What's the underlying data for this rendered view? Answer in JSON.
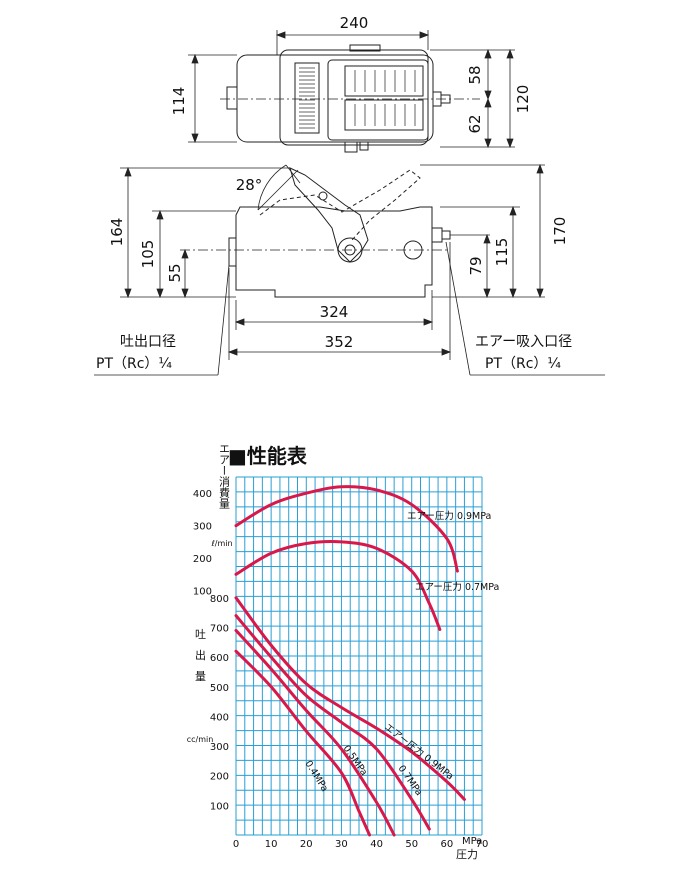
{
  "drawing": {
    "top_view": {
      "width_dim": "240",
      "height_dim": "114",
      "right_upper": "58",
      "right_lower": "62",
      "right_total": "120"
    },
    "side_view": {
      "angle": "28°",
      "h164": "164",
      "h105": "105",
      "h55": "55",
      "h79": "79",
      "h115": "115",
      "h170": "170",
      "w324": "324",
      "w352": "352"
    },
    "outlet_label": {
      "line1": "吐出口径",
      "line2": "PT（Rc）¼"
    },
    "inlet_label": {
      "line1": "エアー吸入口径",
      "line2": "PT（Rc）¼"
    }
  },
  "chart_data": {
    "type": "line",
    "title": "■性能表",
    "xlabel": "圧力",
    "x_unit": "MPa",
    "xlim": [
      0,
      70
    ],
    "x_ticks": [
      0,
      10,
      20,
      30,
      40,
      50,
      60,
      70
    ],
    "x_tick_labels": [
      "0",
      "10",
      "20",
      "30",
      "40",
      "50",
      "60",
      "70"
    ],
    "upper_axis": {
      "label": "エアー消費量",
      "unit": "ℓ/min",
      "ticks": [
        100,
        200,
        300,
        400
      ],
      "range": [
        0,
        450
      ]
    },
    "lower_axis": {
      "label": "吐出量",
      "unit": "cc/min",
      "ticks": [
        100,
        200,
        300,
        400,
        500,
        600,
        700,
        800
      ],
      "range": [
        0,
        850
      ]
    },
    "series": [
      {
        "name": "エアー圧力 0.9MPa",
        "axis": "upper",
        "x": [
          0,
          10,
          20,
          30,
          40,
          50,
          60,
          63
        ],
        "y": [
          300,
          365,
          400,
          420,
          410,
          365,
          260,
          160
        ]
      },
      {
        "name": "エアー圧力 0.7MPa",
        "axis": "upper",
        "x": [
          0,
          10,
          20,
          30,
          40,
          50,
          55,
          58
        ],
        "y": [
          150,
          215,
          245,
          250,
          230,
          160,
          60,
          -20
        ]
      },
      {
        "name": "エアー圧力 0.9MPa",
        "axis": "lower",
        "x": [
          0,
          10,
          20,
          30,
          40,
          50,
          60,
          65
        ],
        "y": [
          800,
          640,
          510,
          430,
          360,
          280,
          180,
          120
        ]
      },
      {
        "name": "0.7MPa",
        "axis": "lower",
        "x": [
          0,
          10,
          20,
          30,
          40,
          50,
          55
        ],
        "y": [
          740,
          600,
          470,
          380,
          290,
          120,
          20
        ]
      },
      {
        "name": "0.5MPa",
        "axis": "lower",
        "x": [
          0,
          10,
          20,
          30,
          40,
          45
        ],
        "y": [
          690,
          560,
          420,
          290,
          110,
          0
        ]
      },
      {
        "name": "0.4MPa",
        "axis": "lower",
        "x": [
          0,
          10,
          20,
          30,
          35,
          38
        ],
        "y": [
          620,
          500,
          350,
          210,
          80,
          0
        ]
      }
    ],
    "curve_labels": {
      "c0": "エアー圧力 0.9MPa",
      "c1": "エアー圧力 0.7MPa",
      "c2": "エアー圧力 0.9MPa",
      "c3": "0.7MPa",
      "c4": "0.5MPa",
      "c5": "0.4MPa"
    },
    "colors": {
      "grid": "#2a9fd6",
      "curve": "#d8184a"
    }
  }
}
